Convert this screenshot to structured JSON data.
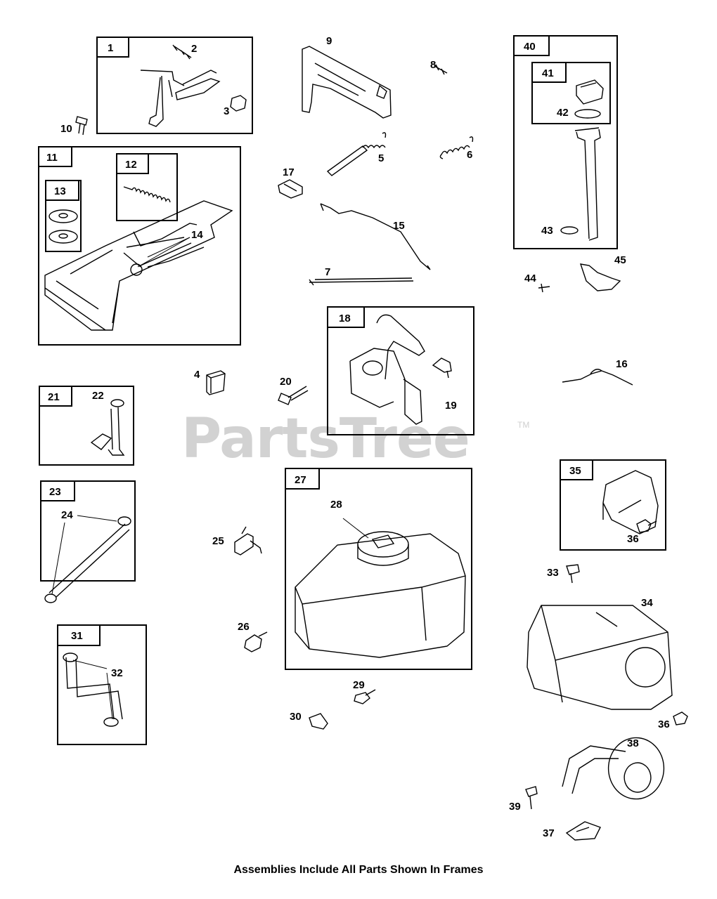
{
  "watermark": {
    "text": "PartsTree",
    "tm": "TM"
  },
  "footer": {
    "note": "Assemblies Include All Parts Shown In Frames"
  },
  "frames": {
    "f1": "1",
    "f11": "11",
    "f12": "12",
    "f13": "13",
    "f18": "18",
    "f21": "21",
    "f23": "23",
    "f27": "27",
    "f31": "31",
    "f35": "35",
    "f40": "40",
    "f41": "41"
  },
  "callouts": {
    "c2": "2",
    "c3": "3",
    "c4": "4",
    "c5": "5",
    "c6": "6",
    "c7": "7",
    "c8": "8",
    "c9": "9",
    "c10": "10",
    "c14": "14",
    "c15": "15",
    "c16": "16",
    "c17": "17",
    "c19": "19",
    "c20": "20",
    "c22": "22",
    "c24": "24",
    "c25": "25",
    "c26": "26",
    "c28": "28",
    "c29": "29",
    "c30": "30",
    "c32": "32",
    "c33": "33",
    "c34": "34",
    "c36a": "36",
    "c36b": "36",
    "c37": "37",
    "c38": "38",
    "c39": "39",
    "c42": "42",
    "c43": "43",
    "c44": "44",
    "c45": "45"
  },
  "colors": {
    "line": "#000000",
    "watermark": "#d2d2d2",
    "background": "#ffffff"
  }
}
